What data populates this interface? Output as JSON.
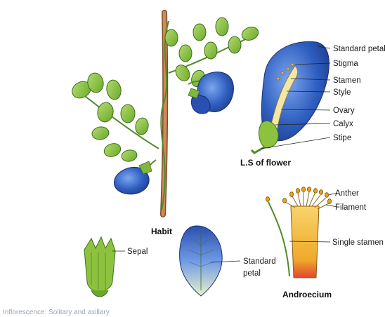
{
  "captions": {
    "habit": "Habit",
    "ls_flower": "L.S of flower",
    "androecium": "Androecium"
  },
  "labels": {
    "standard_petal": "Standard petal",
    "stigma": "Stigma",
    "stamen": "Stamen",
    "style": "Style",
    "ovary": "Ovary",
    "calyx": "Calyx",
    "stipe": "Stipe",
    "anther": "Anther",
    "filament": "Filament",
    "single_stamen": "Single stamen",
    "sepal": "Sepal",
    "standard_petal_line1": "Standard",
    "standard_petal_line2": "petal"
  },
  "footer": "Inflorescence: Solitary and axillary",
  "colors": {
    "leaf": "#8dc23f",
    "stem": "#c87a4a",
    "flower_blue": "#2f5fc0",
    "flower_dark": "#223f9a",
    "androecium_tube": "#f0b429",
    "anther": "#e8a317"
  }
}
